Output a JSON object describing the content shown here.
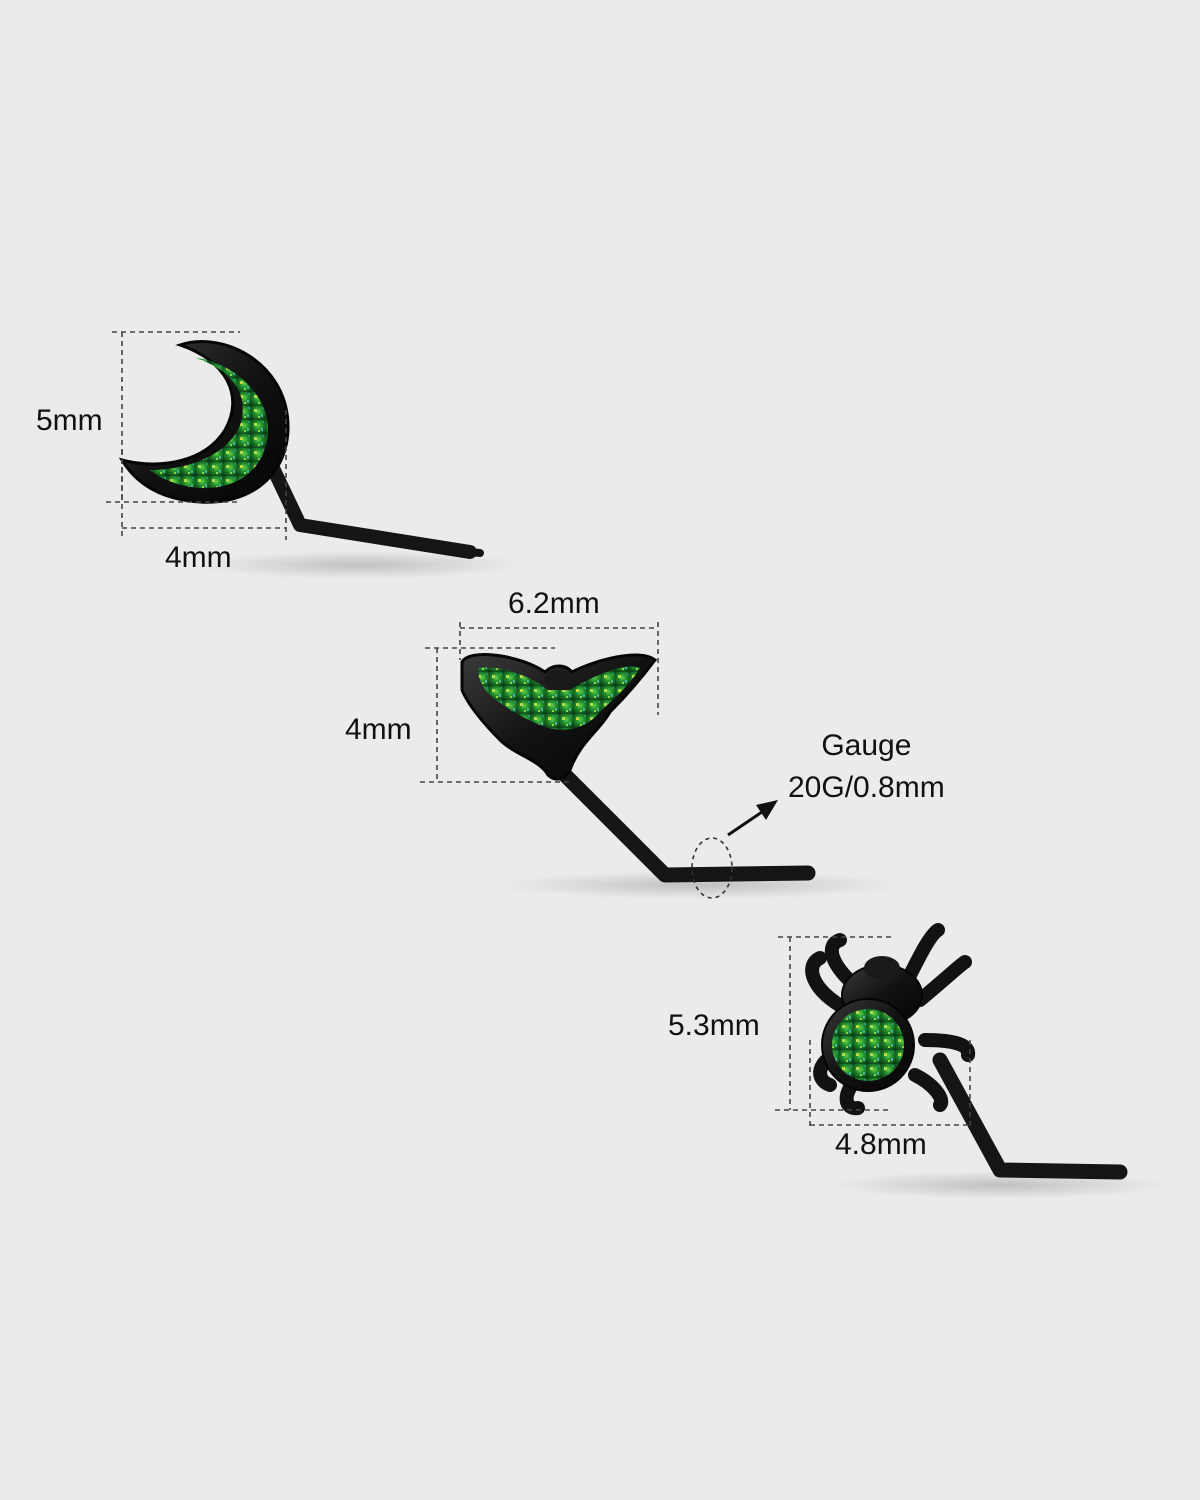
{
  "products": [
    {
      "name": "moon",
      "height_label": "5mm",
      "width_label": "4mm",
      "metal_color": "#141414",
      "gem_color": "#1f7a2a"
    },
    {
      "name": "bat",
      "height_label": "4mm",
      "width_label": "6.2mm",
      "metal_color": "#141414",
      "gem_color": "#1f7a2a"
    },
    {
      "name": "spider",
      "height_label": "5.3mm",
      "width_label": "4.8mm",
      "metal_color": "#141414",
      "gem_color": "#1f7a2a"
    }
  ],
  "gauge": {
    "title": "Gauge",
    "value": "20G/0.8mm"
  },
  "colors": {
    "background": "#ebebea",
    "dim_line": "#444444",
    "text": "#111111"
  }
}
